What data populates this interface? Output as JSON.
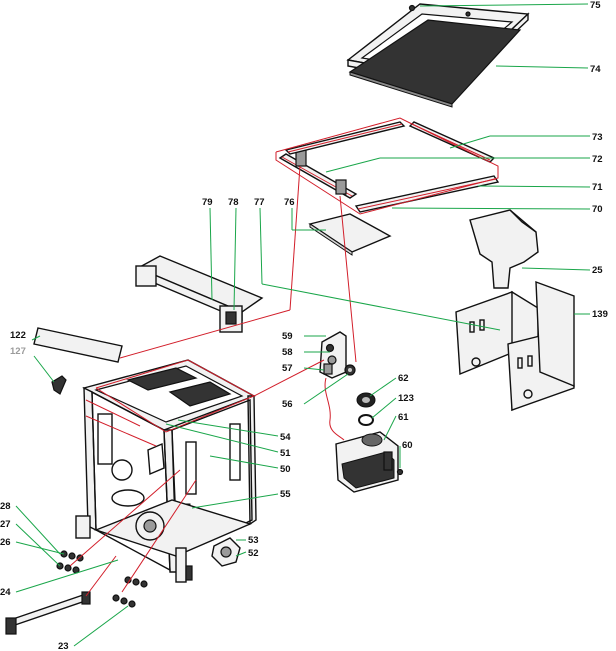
{
  "callouts": [
    {
      "id": "c75",
      "text": "75"
    },
    {
      "id": "c74",
      "text": "74"
    },
    {
      "id": "c73",
      "text": "73"
    },
    {
      "id": "c72",
      "text": "72"
    },
    {
      "id": "c71",
      "text": "71"
    },
    {
      "id": "c70",
      "text": "70"
    },
    {
      "id": "c79",
      "text": "79"
    },
    {
      "id": "c78",
      "text": "78"
    },
    {
      "id": "c77",
      "text": "77"
    },
    {
      "id": "c76",
      "text": "76"
    },
    {
      "id": "c25",
      "text": "25"
    },
    {
      "id": "c139",
      "text": "139"
    },
    {
      "id": "c122",
      "text": "122"
    },
    {
      "id": "c127",
      "text": "127"
    },
    {
      "id": "c59",
      "text": "59"
    },
    {
      "id": "c58",
      "text": "58"
    },
    {
      "id": "c57",
      "text": "57"
    },
    {
      "id": "c56",
      "text": "56"
    },
    {
      "id": "c62",
      "text": "62"
    },
    {
      "id": "c123",
      "text": "123"
    },
    {
      "id": "c61",
      "text": "61"
    },
    {
      "id": "c60",
      "text": "60"
    },
    {
      "id": "c54",
      "text": "54"
    },
    {
      "id": "c51",
      "text": "51"
    },
    {
      "id": "c50",
      "text": "50"
    },
    {
      "id": "c55",
      "text": "55"
    },
    {
      "id": "c53",
      "text": "53"
    },
    {
      "id": "c52",
      "text": "52"
    },
    {
      "id": "c28",
      "text": "28"
    },
    {
      "id": "c27",
      "text": "27"
    },
    {
      "id": "c26",
      "text": "26"
    },
    {
      "id": "c24",
      "text": "24"
    },
    {
      "id": "c23",
      "text": "23"
    }
  ],
  "colors": {
    "leader": "#1aa64a",
    "assembly": "#d21e2a",
    "label": "#111111",
    "label_muted": "#9b9b9b"
  }
}
